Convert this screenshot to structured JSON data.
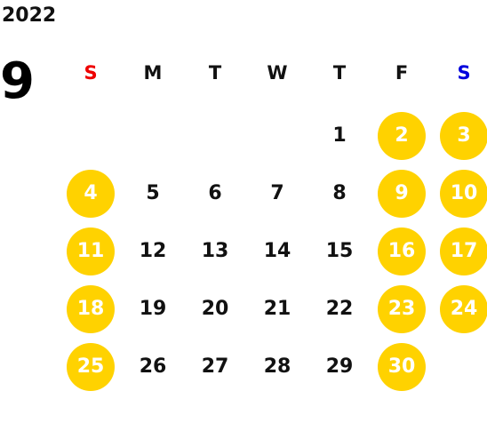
{
  "calendar": {
    "year": "2022",
    "month": "9",
    "weekdays": [
      {
        "label": "S",
        "color": "#ee0000"
      },
      {
        "label": "M",
        "color": "#111111"
      },
      {
        "label": "T",
        "color": "#111111"
      },
      {
        "label": "W",
        "color": "#111111"
      },
      {
        "label": "T",
        "color": "#111111"
      },
      {
        "label": "F",
        "color": "#111111"
      },
      {
        "label": "S",
        "color": "#0000dd"
      }
    ],
    "highlight_color": "#ffd200",
    "leading_blank_days": 4,
    "days": [
      {
        "label": "1",
        "highlighted": false
      },
      {
        "label": "2",
        "highlighted": true
      },
      {
        "label": "3",
        "highlighted": true
      },
      {
        "label": "4",
        "highlighted": true
      },
      {
        "label": "5",
        "highlighted": false
      },
      {
        "label": "6",
        "highlighted": false
      },
      {
        "label": "7",
        "highlighted": false
      },
      {
        "label": "8",
        "highlighted": false
      },
      {
        "label": "9",
        "highlighted": true
      },
      {
        "label": "10",
        "highlighted": true
      },
      {
        "label": "11",
        "highlighted": true
      },
      {
        "label": "12",
        "highlighted": false
      },
      {
        "label": "13",
        "highlighted": false
      },
      {
        "label": "14",
        "highlighted": false
      },
      {
        "label": "15",
        "highlighted": false
      },
      {
        "label": "16",
        "highlighted": true
      },
      {
        "label": "17",
        "highlighted": true
      },
      {
        "label": "18",
        "highlighted": true
      },
      {
        "label": "19",
        "highlighted": false
      },
      {
        "label": "20",
        "highlighted": false
      },
      {
        "label": "21",
        "highlighted": false
      },
      {
        "label": "22",
        "highlighted": false
      },
      {
        "label": "23",
        "highlighted": true
      },
      {
        "label": "24",
        "highlighted": true
      },
      {
        "label": "25",
        "highlighted": true
      },
      {
        "label": "26",
        "highlighted": false
      },
      {
        "label": "27",
        "highlighted": false
      },
      {
        "label": "28",
        "highlighted": false
      },
      {
        "label": "29",
        "highlighted": false
      },
      {
        "label": "30",
        "highlighted": true
      }
    ]
  }
}
